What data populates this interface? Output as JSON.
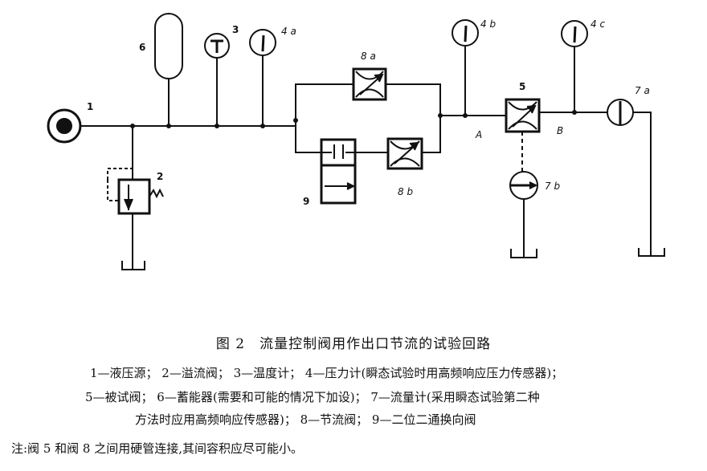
{
  "figure": {
    "caption": "图 2　流量控制阀用作出口节流的试验回路",
    "legend_lines": [
      "1—液压源；  2—溢流阀；  3—温度计；  4—压力计(瞬态试验时用高频响应压力传感器)；",
      "5—被试阀；  6—蓄能器(需要和可能的情况下加设)；  7—流量计(采用瞬态试验第二种",
      "方法时应用高频响应传感器)；  8—节流阀；  9—二位二通换向阀"
    ],
    "note": "注:阀 5 和阀 8 之间用硬管连接,其间容积应尽可能小。"
  },
  "labels": {
    "source": "1",
    "relief_valve": "2",
    "thermometer": "3",
    "gauge_4a": "4 a",
    "gauge_4b": "4 b",
    "gauge_4c": "4 c",
    "test_valve": "5",
    "accumulator": "6",
    "flowmeter_7a": "7 a",
    "flowmeter_7b": "7 b",
    "throttle_8a": "8 a",
    "throttle_8b": "8 b",
    "directional_valve": "9",
    "point_a": "A",
    "point_b": "B"
  }
}
